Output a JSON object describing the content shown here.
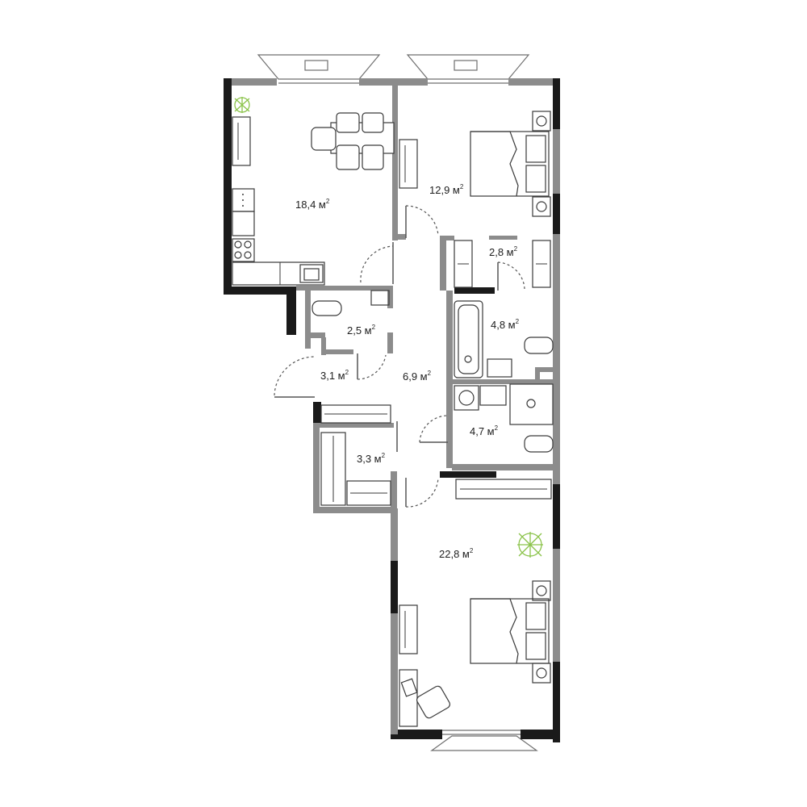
{
  "rooms": [
    {
      "id": "kitchen-living",
      "area": "18,4 м",
      "sup": "2"
    },
    {
      "id": "bedroom-1",
      "area": "12,9 м",
      "sup": "2"
    },
    {
      "id": "wardrobe-1",
      "area": "2,8 м",
      "sup": "2"
    },
    {
      "id": "bathroom-1",
      "area": "4,8 м",
      "sup": "2"
    },
    {
      "id": "wc",
      "area": "2,5 м",
      "sup": "2"
    },
    {
      "id": "entrance",
      "area": "3,1 м",
      "sup": "2"
    },
    {
      "id": "hall",
      "area": "6,9 м",
      "sup": "2"
    },
    {
      "id": "bathroom-2",
      "area": "4,7 м",
      "sup": "2"
    },
    {
      "id": "storage",
      "area": "3,3 м",
      "sup": "2"
    },
    {
      "id": "bedroom-2",
      "area": "22,8 м",
      "sup": "2"
    }
  ],
  "colors": {
    "wall": "#8c8c8c",
    "wall_dark": "#1a1a1a",
    "plant": "#8bc34a"
  }
}
